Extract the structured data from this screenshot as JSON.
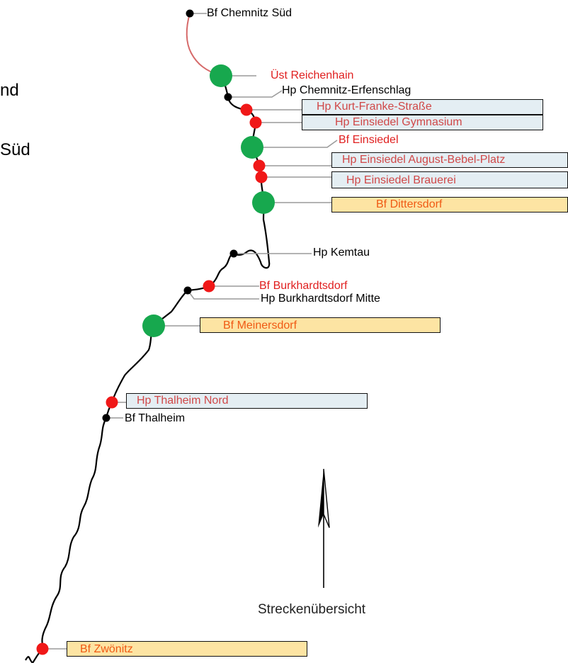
{
  "colors": {
    "track": "#000000",
    "spur_track": "#d66a6a",
    "leader": "#9a9a9a",
    "black_label": "#000000",
    "red_label": "#e02020",
    "pink_label": "#d04848",
    "orange_label": "#f05a14",
    "blue_box": "#e4eef3",
    "yellow_box": "#fde4a3",
    "green_station": "#17a84e",
    "red_station": "#f01818",
    "black_station": "#000000"
  },
  "edge_fragments": {
    "left_1": "nd",
    "left_2": "Süd"
  },
  "stations": {
    "chemnitz_sued": "Bf Chemnitz Süd",
    "reichenhain": "Üst Reichenhain",
    "erfenschlag": "Hp Chemnitz-Erfenschlag",
    "kurt_franke": "Hp Kurt-Franke-Straße",
    "einsiedel_gymnasium": "Hp Einsiedel Gymnasium",
    "einsiedel": "Bf Einsiedel",
    "einsiedel_august_bebel": "Hp Einsiedel August-Bebel-Platz",
    "einsiedel_brauerei": "Hp Einsiedel Brauerei",
    "dittersdorf": "Bf Dittersdorf",
    "kemtau": "Hp Kemtau",
    "burkhardtsdorf": "Bf Burkhardtsdorf",
    "burkhardtsdorf_mitte": "Hp Burkhardtsdorf Mitte",
    "meinersdorf": "Bf Meinersdorf",
    "thalheim_nord": "Hp Thalheim Nord",
    "thalheim": "Bf Thalheim",
    "zwoenitz": "Bf Zwönitz"
  },
  "north_arrow": {
    "caption": "Streckenübersicht",
    "icon": "north-arrow-icon"
  }
}
